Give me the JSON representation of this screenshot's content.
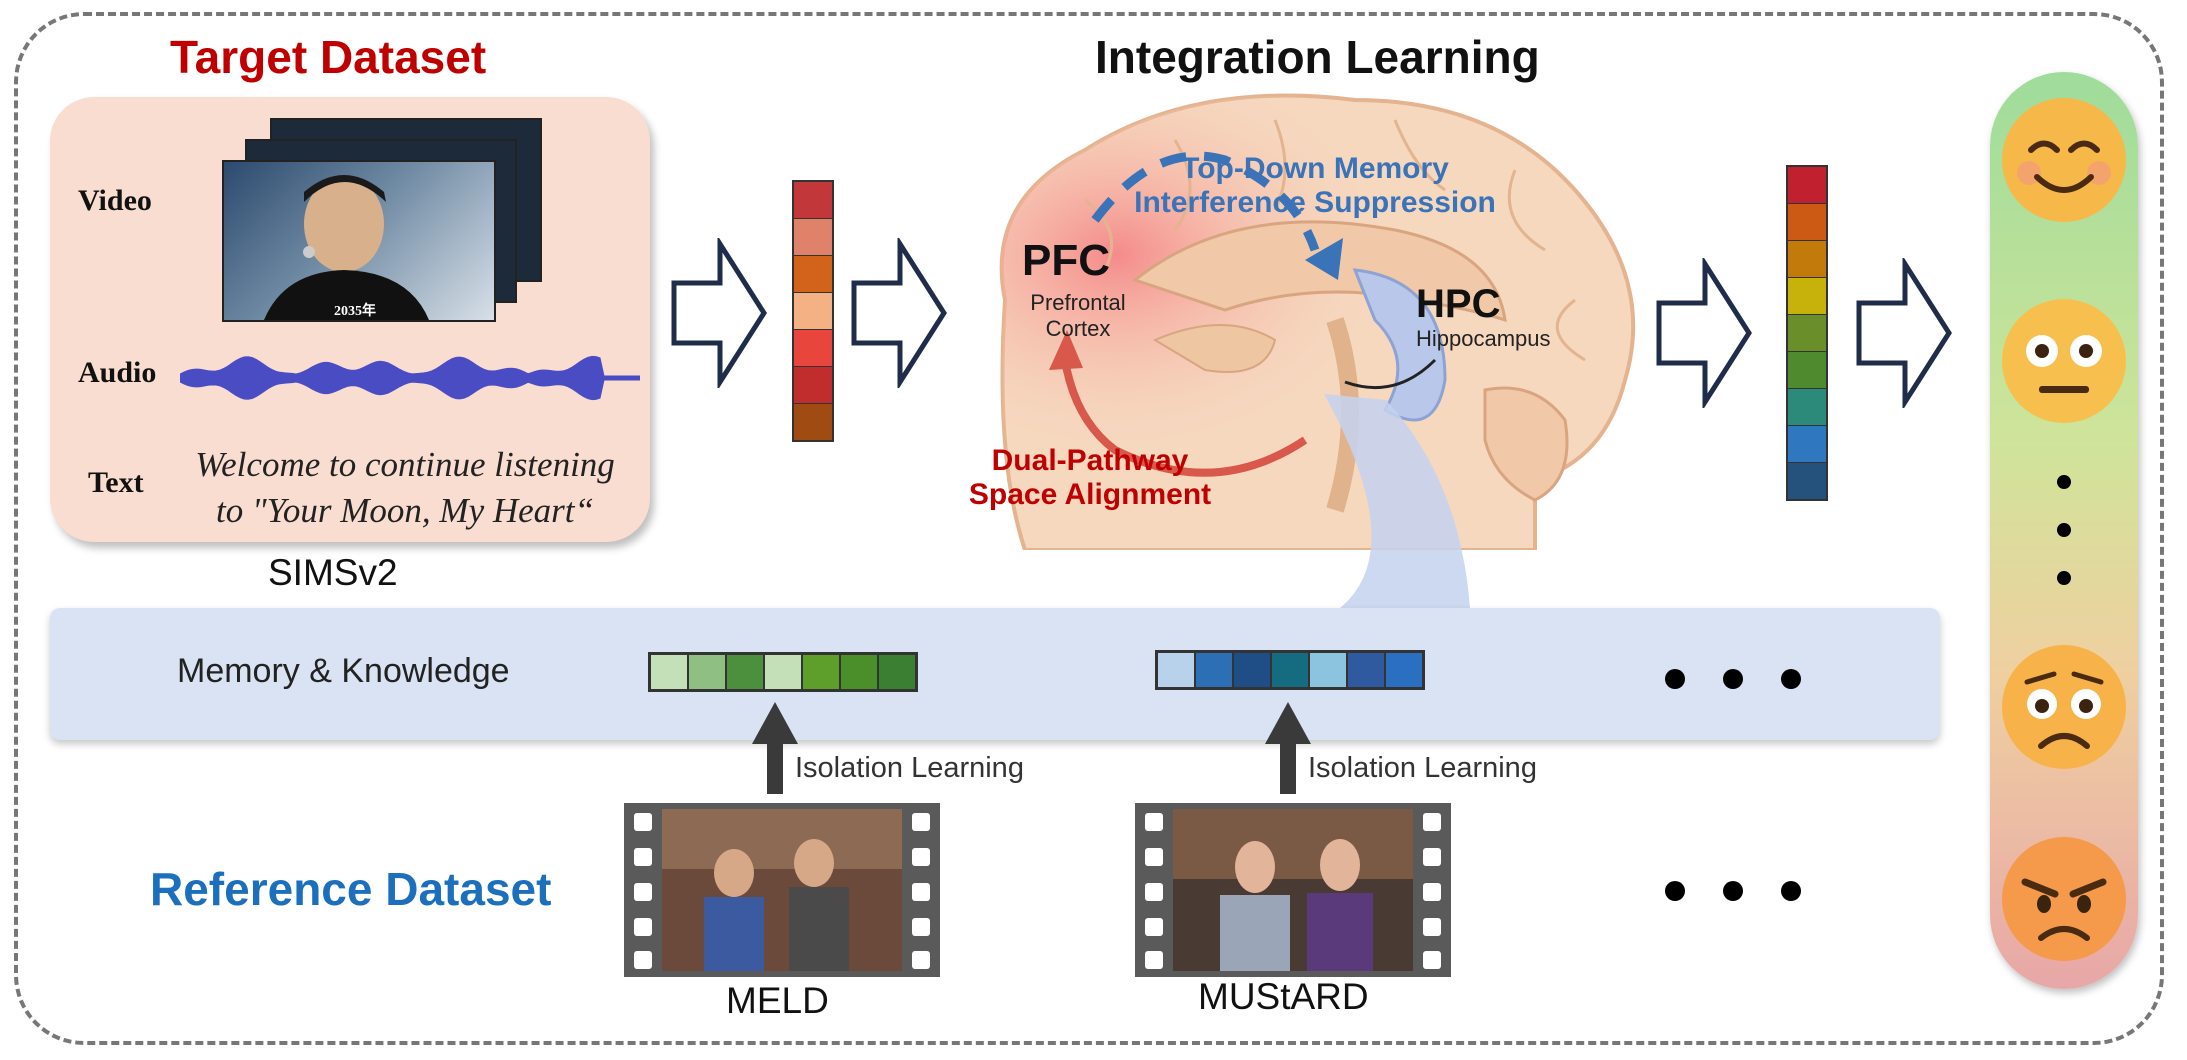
{
  "titles": {
    "target": "Target Dataset",
    "integration": "Integration Learning",
    "reference": "Reference Dataset"
  },
  "target": {
    "modalities": {
      "video": "Video",
      "audio": "Audio",
      "text": "Text"
    },
    "video_caption": "2035年",
    "text_line1": "Welcome to continue listening",
    "text_line2": "to \"Your Moon, My Heart“",
    "dataset_name": "SIMSv2"
  },
  "brain": {
    "pfc": "PFC",
    "pfc_sub1": "Prefrontal",
    "pfc_sub2": "Cortex",
    "hpc": "HPC",
    "hpc_sub": "Hippocampus",
    "topdown1": "Top-Down Memory",
    "topdown2": "Interference Suppression",
    "dual1": "Dual-Pathway",
    "dual2": "Space Alignment"
  },
  "memory": {
    "label": "Memory & Knowledge",
    "green_cells": [
      "#c3e0b9",
      "#8fbf83",
      "#4c8f3c",
      "#c3e0b9",
      "#5e9e2a",
      "#4b8f2b",
      "#3b7f32"
    ],
    "blue_cells": [
      "#b7d2ea",
      "#2c6fb5",
      "#1f4e86",
      "#156b80",
      "#8cc4df",
      "#2f5aa0",
      "#2b6fc0"
    ]
  },
  "isolation": {
    "left": "Isolation Learning",
    "right": "Isolation Learning"
  },
  "reference": {
    "meld": "MELD",
    "mustard": "MUStARD"
  },
  "colors": {
    "left_vector": [
      "#c2373a",
      "#e0826a",
      "#d2631b",
      "#f4b183",
      "#e8453c",
      "#c12d2d",
      "#a04b12"
    ],
    "right_vector": [
      "#c1202e",
      "#cc5a14",
      "#c27a0a",
      "#c6b20a",
      "#6a8f2a",
      "#4f8a2e",
      "#2b8a7a",
      "#2f78c0",
      "#24527d"
    ]
  },
  "emotions": [
    "smiling-face-icon",
    "neutral-face-icon",
    "worried-face-icon",
    "angry-face-icon"
  ]
}
